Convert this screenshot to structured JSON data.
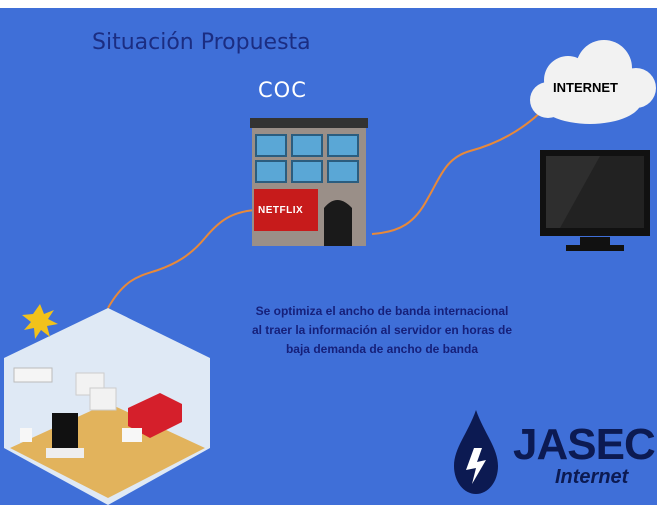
{
  "slide": {
    "title": "Situación Propuesta",
    "coc_label": "COC",
    "cloud_label": "INTERNET",
    "building_sign": "NETFLIX",
    "caption_lines": [
      "Se optimiza el ancho de banda internacional",
      "al traer la información al servidor en horas de",
      "baja demanda de ancho de banda"
    ],
    "brand": "JASEC",
    "brand_sub": "Internet"
  },
  "colors": {
    "background": "#3f6fd8",
    "title": "#1b2d82",
    "cable": "#e8893a",
    "caption": "#16207a",
    "brand": "#0c1a52"
  },
  "icons": [
    "cloud-icon",
    "building-icon",
    "tv-monitor-icon",
    "house-room-icon",
    "sun-icon",
    "water-drop-icon"
  ]
}
